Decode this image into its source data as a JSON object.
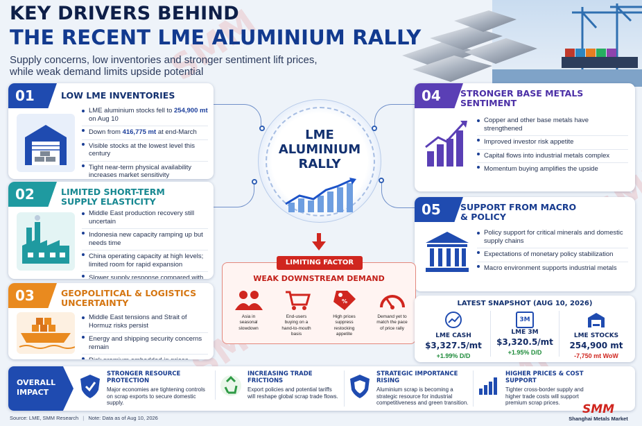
{
  "header": {
    "title_line1": "KEY DRIVERS BEHIND",
    "title_line2": "THE RECENT LME ALUMINIUM RALLY",
    "subtitle_line1": "Supply concerns, low inventories and stronger sentiment lift prices,",
    "subtitle_line2": "while weak demand limits upside potential"
  },
  "center": {
    "line1": "LME",
    "line2": "ALUMINIUM",
    "line3": "RALLY"
  },
  "cards": {
    "c1": {
      "num": "01",
      "title": "LOW LME INVENTORIES",
      "b1_pre": "LME aluminium stocks fell to",
      "b1_hl": "254,900 mt",
      "b1_post": "on Aug 10",
      "b2_pre": "Down from",
      "b2_hl": "416,775 mt",
      "b2_post": "at end-March",
      "b3": "Visible stocks at the lowest level this century",
      "b4": "Tight near-term physical availability increases market sensitivity",
      "icon": "warehouse-icon",
      "color": "#1f4bb0"
    },
    "c2": {
      "num": "02",
      "title_l1": "LIMITED SHORT-TERM",
      "title_l2": "SUPPLY ELASTICITY",
      "b1": "Middle East production recovery still uncertain",
      "b2": "Indonesia new capacity ramping up but needs time",
      "b3": "China operating capacity at high levels; limited room for rapid expansion",
      "b4": "Slower supply response compared with past cycles",
      "icon": "factory-icon",
      "color": "#1f9aa0"
    },
    "c3": {
      "num": "03",
      "title_l1": "GEOPOLITICAL & LOGISTICS",
      "title_l2": "UNCERTAINTY",
      "b1": "Middle East tensions and Strait of Hormuz risks persist",
      "b2": "Energy and shipping security concerns remain",
      "b3": "Risk premium embedded in prices",
      "icon": "cargo-ship-icon",
      "color": "#e98a1f"
    },
    "c4": {
      "num": "04",
      "title_l1": "STRONGER BASE METALS",
      "title_l2": "SENTIMENT",
      "b1": "Copper and other base metals have strengthened",
      "b2": "Improved investor risk appetite",
      "b3": "Capital flows into industrial metals complex",
      "b4": "Momentum buying amplifies the upside",
      "icon": "rising-bar-chart-icon",
      "color": "#5a3fb5"
    },
    "c5": {
      "num": "05",
      "title_l1": "SUPPORT FROM MACRO",
      "title_l2": "& POLICY",
      "b1": "Policy support for critical minerals and domestic supply chains",
      "b2": "Expectations of monetary policy stabilization",
      "b3": "Macro environment supports industrial metals",
      "icon": "government-building-icon",
      "color": "#1f4bb0"
    }
  },
  "limiting": {
    "tag": "LIMITING FACTOR",
    "title": "WEAK DOWNSTREAM DEMAND",
    "items": [
      {
        "icon": "people-group-icon",
        "text": "Asia in seasonal slowdown"
      },
      {
        "icon": "shopping-cart-icon",
        "text": "End-users buying on a hand-to-mouth basis"
      },
      {
        "icon": "price-tag-icon",
        "text": "High prices suppress restocking appetite"
      },
      {
        "icon": "gauge-icon",
        "text": "Demand yet to match the pace of price rally"
      }
    ]
  },
  "snapshot": {
    "title": "LATEST SNAPSHOT (AUG 10, 2026)",
    "cols": [
      {
        "icon": "price-chart-icon",
        "label": "LME CASH",
        "value": "$3,327.5/mt",
        "change": "+1.99% D/D"
      },
      {
        "icon": "calendar-3m-icon",
        "label": "LME 3M",
        "value": "$3,320.5/mt",
        "change": "+1.95% D/D"
      },
      {
        "icon": "warehouse-icon",
        "label": "LME STOCKS",
        "value": "254,900 mt",
        "change": "-7,750 mt WoW"
      }
    ],
    "calendar_text": "3M",
    "up_color": "#1e8b3a",
    "down_color": "#d0261f"
  },
  "impact": {
    "label_l1": "OVERALL",
    "label_l2": "IMPACT",
    "items": [
      {
        "icon": "shield-icon",
        "title": "STRONGER RESOURCE PROTECTION",
        "body": "Major economies are tightening controls on scrap exports to secure domestic supply."
      },
      {
        "icon": "recycle-icon",
        "title": "INCREASING TRADE FRICTIONS",
        "body": "Export policies and potential tariffs will reshape global scrap trade flows."
      },
      {
        "icon": "shield-icon",
        "title": "STRATEGIC IMPORTANCE RISING",
        "body": "Aluminium scrap is becoming a strategic resource for industrial competitiveness and green transition."
      },
      {
        "icon": "rising-bar-chart-icon",
        "title": "HIGHER PRICES & COST SUPPORT",
        "body": "Tighter cross-border supply and higher trade costs will support premium scrap prices."
      }
    ]
  },
  "footer": {
    "source": "Source: LME, SMM Research",
    "note": "Note: Data as of Aug 10, 2026",
    "logo": "SMM",
    "logo_sub": "Shanghai Metals Market"
  },
  "watermark": "SMM"
}
